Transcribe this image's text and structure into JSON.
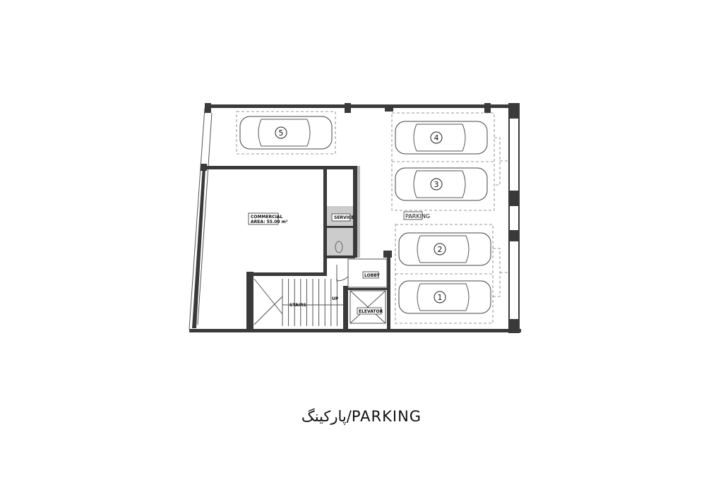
{
  "plan": {
    "commercial_label": "COMMERCIAL",
    "commercial_area": "AREA: 55.00 m²",
    "service": "SERVICE",
    "lobby": "LOBBY",
    "elevator": "ELEVATOR",
    "stairs": "STAIRS",
    "up": "UP",
    "parking": "PARKING",
    "cars": [
      "1",
      "2",
      "3",
      "4",
      "5"
    ]
  },
  "caption": "پارکینگ/PARKING"
}
